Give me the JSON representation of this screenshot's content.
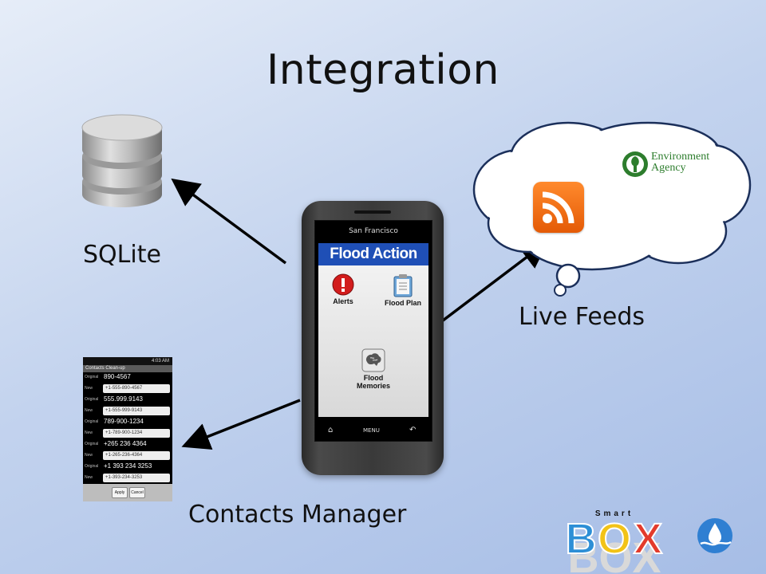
{
  "slide": {
    "title": "Integration",
    "labels": {
      "sqlite": "SQLite",
      "live_feeds": "Live Feeds",
      "contacts_manager": "Contacts Manager"
    }
  },
  "phone": {
    "status_text": "San Francisco",
    "app_title": "Flood Action",
    "items": [
      "Alerts",
      "Flood Plan",
      "Flood Memories"
    ],
    "softkey_menu": "MENU"
  },
  "contacts_screen": {
    "time": "4:03 AM",
    "title": "Contacts Clean-up",
    "label_original": "Original",
    "label_new": "New",
    "rows": [
      {
        "original": "890-4567",
        "new": "+1-555-890-4567"
      },
      {
        "original": "555.999.9143",
        "new": "+1-555-999-9143"
      },
      {
        "original": "789-900-1234",
        "new": "+1-789-900-1234"
      },
      {
        "original": "+265 236 4364",
        "new": "+1-265-236-4364"
      },
      {
        "original": "+1 393 234 3253",
        "new": "+1-393-234-3253"
      }
    ],
    "apply": "Apply",
    "cancel": "Cancel"
  },
  "cloud": {
    "agency_line1": "Environment",
    "agency_line2": "Agency"
  },
  "logo": {
    "smart": "Smart",
    "box": "BOX"
  },
  "colors": {
    "app_blue": "#1f4fb6",
    "rss_orange": "#f07014",
    "agency_green": "#2d7d2d"
  }
}
